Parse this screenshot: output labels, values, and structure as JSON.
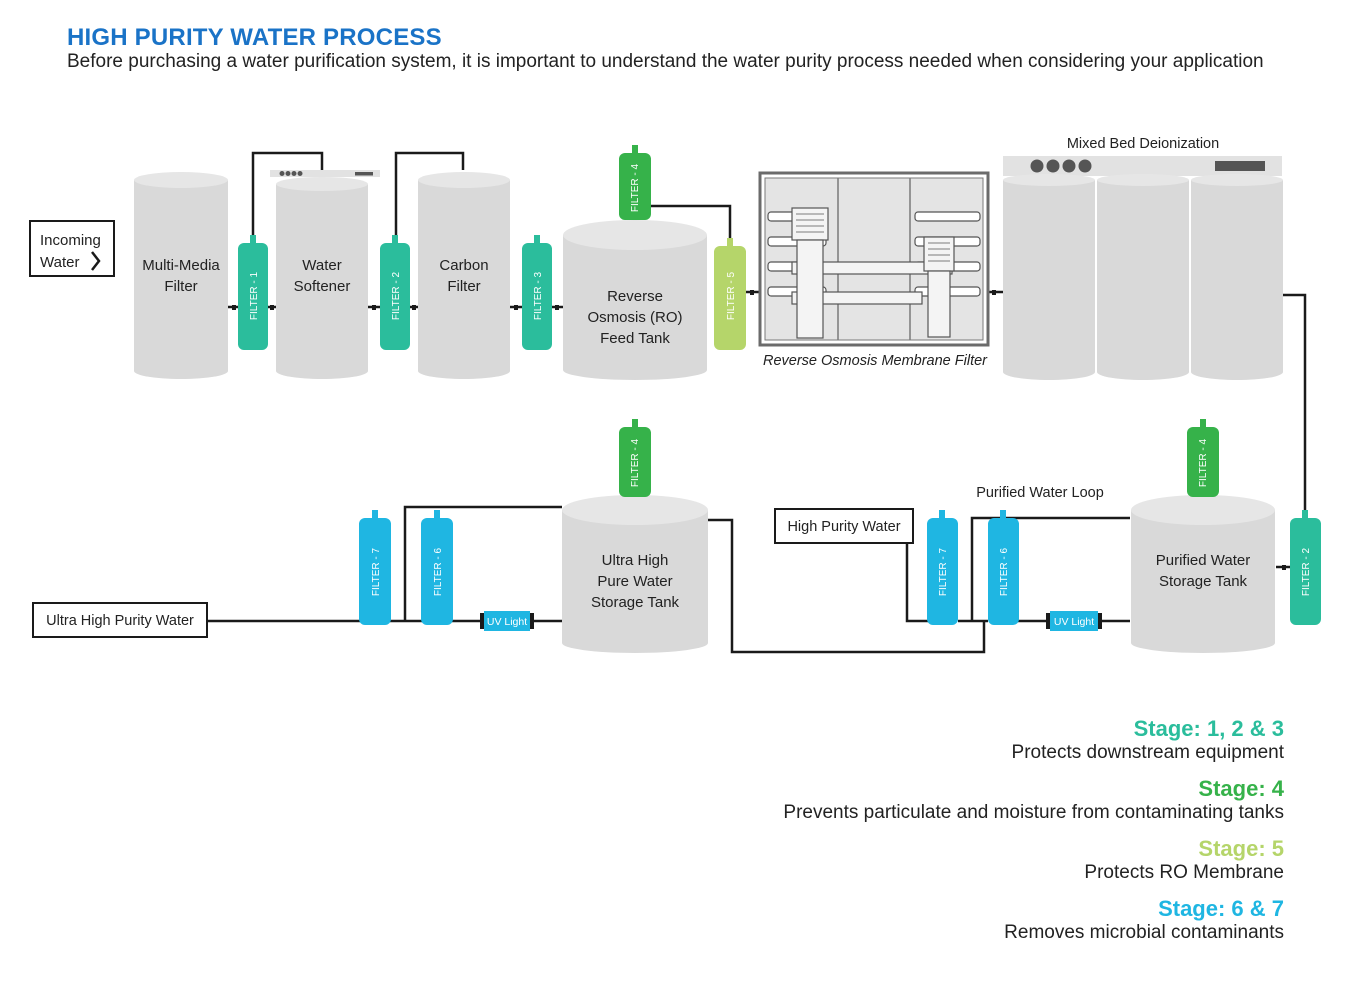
{
  "header": {
    "title": "HIGH PURITY WATER PROCESS",
    "subtitle": "Before purchasing a water purification system, it is important to understand the water purity process needed when considering your application"
  },
  "colors": {
    "title_blue": "#1a73c7",
    "stage_teal": "#2bbd9c",
    "stage_green": "#36b24a",
    "stage_lime": "#b5d56a",
    "stage_cyan": "#1fb6e2",
    "tank_gray": "#d9d9d9"
  },
  "diagram": {
    "incoming_water": [
      "Incoming",
      "Water"
    ],
    "multi_media_filter": [
      "Multi-Media",
      "Filter"
    ],
    "water_softener": [
      "Water",
      "Softener"
    ],
    "carbon_filter": [
      "Carbon",
      "Filter"
    ],
    "ro_feed_tank": [
      "Reverse",
      "Osmosis (RO)",
      "Feed Tank"
    ],
    "ro_membrane_filter": "Reverse Osmosis Membrane Filter",
    "mixed_bed_deionization": "Mixed Bed Deionization",
    "purified_water_loop": "Purified Water Loop",
    "high_purity_water": "High Purity Water",
    "purified_storage_tank": [
      "Purified Water",
      "Storage Tank"
    ],
    "ultra_high_tank": [
      "Ultra High",
      "Pure Water",
      "Storage Tank"
    ],
    "ultra_high_purity_water": "Ultra High Purity Water",
    "uv_light": "UV Light",
    "filters": {
      "f1": "FILTER - 1",
      "f2": "FILTER - 2",
      "f3": "FILTER - 3",
      "f4": "FILTER - 4",
      "f5": "FILTER - 5",
      "f6": "FILTER - 6",
      "f7": "FILTER - 7"
    }
  },
  "stages": [
    {
      "title": "Stage: 1, 2 & 3",
      "desc": "Protects downstream equipment",
      "color": "#2bbd9c"
    },
    {
      "title": "Stage: 4",
      "desc": "Prevents particulate and moisture from contaminating tanks",
      "color": "#36b24a"
    },
    {
      "title": "Stage: 5",
      "desc": "Protects RO Membrane",
      "color": "#b5d56a"
    },
    {
      "title": "Stage: 6 & 7",
      "desc": "Removes microbial contaminants",
      "color": "#1fb6e2"
    }
  ]
}
